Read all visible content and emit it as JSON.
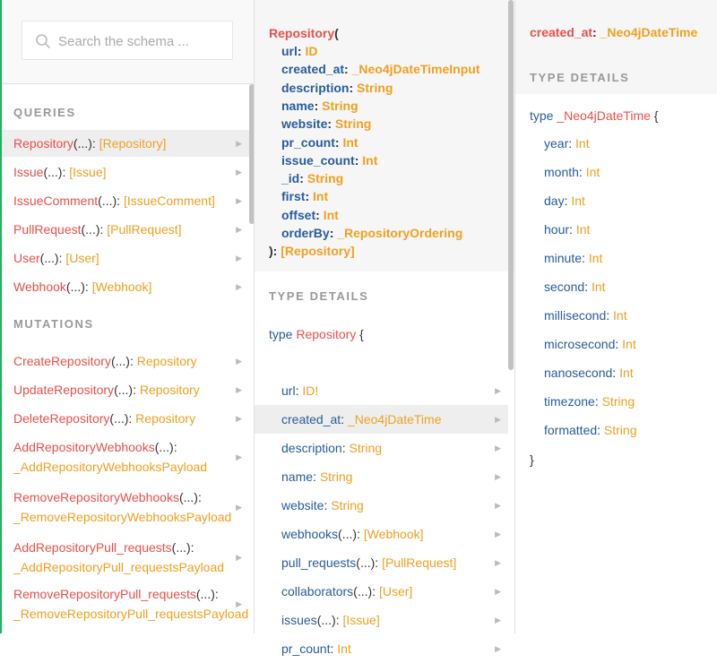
{
  "search": {
    "placeholder": "Search the schema ..."
  },
  "queries": {
    "header": "QUERIES",
    "items": [
      {
        "name": "Repository",
        "args": "(...)",
        "sep": ": ",
        "type": "[Repository]"
      },
      {
        "name": "Issue",
        "args": "(...)",
        "sep": ": ",
        "type": "[Issue]"
      },
      {
        "name": "IssueComment",
        "args": "(...)",
        "sep": ": ",
        "type": "[IssueComment]"
      },
      {
        "name": "PullRequest",
        "args": "(...)",
        "sep": ": ",
        "type": "[PullRequest]"
      },
      {
        "name": "User",
        "args": "(...)",
        "sep": ": ",
        "type": "[User]"
      },
      {
        "name": "Webhook",
        "args": "(...)",
        "sep": ": ",
        "type": "[Webhook]"
      }
    ]
  },
  "mutations": {
    "header": "MUTATIONS",
    "items": [
      {
        "name": "CreateRepository",
        "args": "(...)",
        "sep": ": ",
        "type": "Repository"
      },
      {
        "name": "UpdateRepository",
        "args": "(...)",
        "sep": ": ",
        "type": "Repository"
      },
      {
        "name": "DeleteRepository",
        "args": "(...)",
        "sep": ": ",
        "type": "Repository"
      },
      {
        "name": "AddRepositoryWebhooks",
        "args": "(...)",
        "sep": ":",
        "type": "_AddRepositoryWebhooksPayload"
      },
      {
        "name": "RemoveRepositoryWebhooks",
        "args": "(...)",
        "sep": ":",
        "type": "_RemoveRepositoryWebhooksPayload"
      },
      {
        "name": "AddRepositoryPull_requests",
        "args": "(...)",
        "sep": ":",
        "type": "_AddRepositoryPull_requestsPayload"
      },
      {
        "name": "RemoveRepositoryPull_requests",
        "args": "(...)",
        "sep": ":",
        "type": "_RemoveRepositoryPull_requestsPayload"
      }
    ]
  },
  "signature": {
    "name": "Repository",
    "open": "(",
    "args": [
      {
        "name": "url",
        "type": "ID"
      },
      {
        "name": "created_at",
        "type": "_Neo4jDateTimeInput"
      },
      {
        "name": "description",
        "type": "String"
      },
      {
        "name": "name",
        "type": "String"
      },
      {
        "name": "website",
        "type": "String"
      },
      {
        "name": "pr_count",
        "type": "Int"
      },
      {
        "name": "issue_count",
        "type": "Int"
      },
      {
        "name": "_id",
        "type": "String"
      },
      {
        "name": "first",
        "type": "Int"
      },
      {
        "name": "offset",
        "type": "Int"
      },
      {
        "name": "orderBy",
        "type": "_RepositoryOrdering"
      }
    ],
    "close": "):",
    "return_type": "[Repository]"
  },
  "type_details_header": "TYPE DETAILS",
  "repo_type": {
    "keyword": "type",
    "name": "Repository",
    "brace": "{",
    "fields": [
      {
        "name": "url",
        "args": "",
        "type": "ID!"
      },
      {
        "name": "created_at",
        "args": "",
        "type": "_Neo4jDateTime"
      },
      {
        "name": "description",
        "args": "",
        "type": "String"
      },
      {
        "name": "name",
        "args": "",
        "type": "String"
      },
      {
        "name": "website",
        "args": "",
        "type": "String"
      },
      {
        "name": "webhooks",
        "args": "(...)",
        "type": "[Webhook]"
      },
      {
        "name": "pull_requests",
        "args": "(...)",
        "type": "[PullRequest]"
      },
      {
        "name": "collaborators",
        "args": "(...)",
        "type": "[User]"
      },
      {
        "name": "issues",
        "args": "(...)",
        "type": "[Issue]"
      },
      {
        "name": "pr_count",
        "args": "",
        "type": "Int"
      }
    ]
  },
  "neo_field": {
    "name": "created_at",
    "sep": ":",
    "type": "_Neo4jDateTime"
  },
  "neo_type": {
    "keyword": "type",
    "name": "_Neo4jDateTime",
    "brace": "{",
    "close": "}",
    "fields": [
      {
        "name": "year",
        "type": "Int"
      },
      {
        "name": "month",
        "type": "Int"
      },
      {
        "name": "day",
        "type": "Int"
      },
      {
        "name": "hour",
        "type": "Int"
      },
      {
        "name": "minute",
        "type": "Int"
      },
      {
        "name": "second",
        "type": "Int"
      },
      {
        "name": "millisecond",
        "type": "Int"
      },
      {
        "name": "microsecond",
        "type": "Int"
      },
      {
        "name": "nanosecond",
        "type": "Int"
      },
      {
        "name": "timezone",
        "type": "String"
      },
      {
        "name": "formatted",
        "type": "String"
      }
    ]
  },
  "icons": {
    "search": "search-icon",
    "arrow": "arrow-right-icon"
  },
  "colors": {
    "field_name": "#e8504b",
    "type_name": "#f0a020",
    "arg_name": "#285c9a",
    "accent": "#27ae60"
  }
}
